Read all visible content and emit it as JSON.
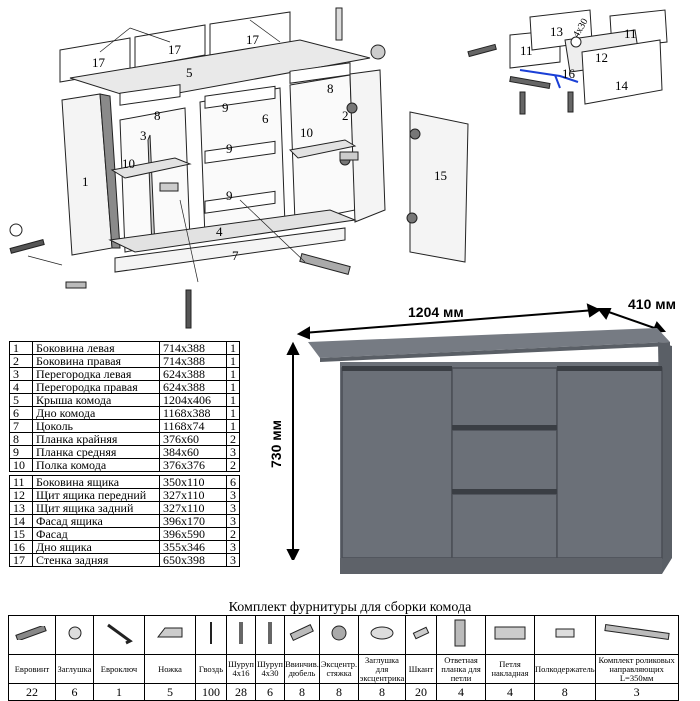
{
  "diagram": {
    "labels": [
      "1",
      "2",
      "3",
      "4",
      "5",
      "6",
      "7",
      "8",
      "8",
      "9",
      "9",
      "9",
      "10",
      "10",
      "11",
      "12",
      "13",
      "14",
      "15",
      "16",
      "17",
      "17",
      "17",
      "11",
      "4x30"
    ]
  },
  "dimensions": {
    "width": "1204 мм",
    "depth": "410 мм",
    "height": "730 мм"
  },
  "colors": {
    "dresser": "#6b7078",
    "dresser_dark": "#555a61",
    "accent_line": "#1a3fd6"
  },
  "parts": [
    {
      "n": "1",
      "name": "Боковина левая",
      "size": "714x388",
      "q": "1"
    },
    {
      "n": "2",
      "name": "Боковина правая",
      "size": "714x388",
      "q": "1"
    },
    {
      "n": "3",
      "name": "Перегородка левая",
      "size": "624x388",
      "q": "1"
    },
    {
      "n": "4",
      "name": "Перегородка правая",
      "size": "624x388",
      "q": "1"
    },
    {
      "n": "5",
      "name": "Крыша комода",
      "size": "1204x406",
      "q": "1"
    },
    {
      "n": "6",
      "name": "Дно комода",
      "size": "1168x388",
      "q": "1"
    },
    {
      "n": "7",
      "name": "Цоколь",
      "size": "1168x74",
      "q": "1"
    },
    {
      "n": "8",
      "name": "Планка крайняя",
      "size": "376x60",
      "q": "2"
    },
    {
      "n": "9",
      "name": "Планка средняя",
      "size": "384x60",
      "q": "3"
    },
    {
      "n": "10",
      "name": "Полка комода",
      "size": "376x376",
      "q": "2"
    },
    {
      "n": "11",
      "name": "Боковина ящика",
      "size": "350x110",
      "q": "6"
    },
    {
      "n": "12",
      "name": "Щит ящика передний",
      "size": "327x110",
      "q": "3"
    },
    {
      "n": "13",
      "name": "Щит ящика задний",
      "size": "327x110",
      "q": "3"
    },
    {
      "n": "14",
      "name": "Фасад ящика",
      "size": "396x170",
      "q": "3"
    },
    {
      "n": "15",
      "name": "Фасад",
      "size": "396x590",
      "q": "2"
    },
    {
      "n": "16",
      "name": "Дно ящика",
      "size": "355x346",
      "q": "3"
    },
    {
      "n": "17",
      "name": "Стенка задняя",
      "size": "650x398",
      "q": "3"
    }
  ],
  "hardware": {
    "title": "Комплект фурнитуры для сборки комода",
    "items": [
      {
        "icon": "euroscrew-icon",
        "label": "Евровинт",
        "count": "22"
      },
      {
        "icon": "cap-icon",
        "label": "Заглушка",
        "count": "6"
      },
      {
        "icon": "hex-key-icon",
        "label": "Евроключ",
        "count": "1"
      },
      {
        "icon": "foot-icon",
        "label": "Ножка",
        "count": "5"
      },
      {
        "icon": "nail-icon",
        "label": "Гвоздь",
        "count": "100"
      },
      {
        "icon": "screw-icon",
        "label": "Шуруп 4x16",
        "count": "28"
      },
      {
        "icon": "screw-icon",
        "label": "Шуруп 4x30",
        "count": "6"
      },
      {
        "icon": "dowel-icon",
        "label": "Ввинчив. дюбель",
        "count": "8"
      },
      {
        "icon": "cam-icon",
        "label": "Эксцентр. стяжка",
        "count": "8"
      },
      {
        "icon": "cap-round-icon",
        "label": "Заглушка для эксцентрика",
        "count": "8"
      },
      {
        "icon": "wood-dowel-icon",
        "label": "Шкант",
        "count": "20"
      },
      {
        "icon": "hinge-plate-icon",
        "label": "Ответная планка для петли",
        "count": "4"
      },
      {
        "icon": "hinge-icon",
        "label": "Петля накладная",
        "count": "4"
      },
      {
        "icon": "shelf-support-icon",
        "label": "Полкодержатель",
        "count": "8"
      },
      {
        "icon": "runner-icon",
        "label": "Комплект роликовых направляющих L=350мм",
        "count": "3"
      }
    ]
  }
}
